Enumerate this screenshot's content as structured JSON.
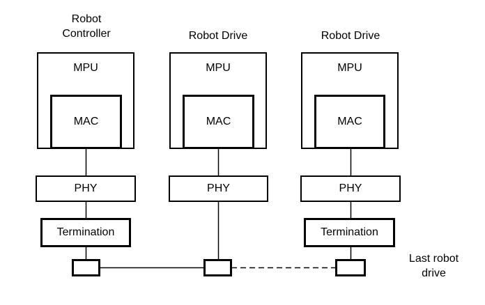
{
  "diagram": {
    "units": [
      {
        "title": "Robot Controller",
        "mpu_label": "MPU",
        "mac_label": "MAC",
        "phy_label": "PHY",
        "termination_label": "Termination"
      },
      {
        "title": "Robot Drive",
        "mpu_label": "MPU",
        "mac_label": "MAC",
        "phy_label": "PHY"
      },
      {
        "title": "Robot Drive",
        "mpu_label": "MPU",
        "mac_label": "MAC",
        "phy_label": "PHY",
        "termination_label": "Termination"
      }
    ],
    "annotations": {
      "last_robot_drive": "Last robot drive"
    },
    "colors": {
      "background": "#ffffff",
      "line": "#000000",
      "text": "#000000"
    }
  }
}
